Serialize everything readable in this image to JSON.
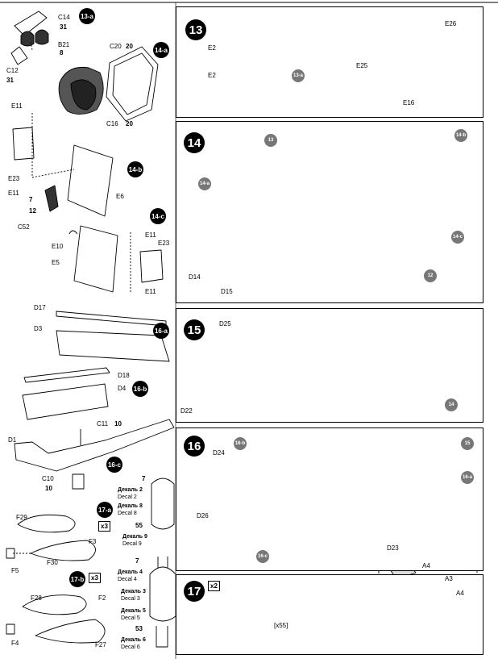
{
  "steps": {
    "s13": {
      "num": "13",
      "labels": [
        "E2",
        "E2",
        "E26",
        "E25",
        "E16"
      ],
      "marker": "13-a"
    },
    "s14": {
      "num": "14",
      "markers": [
        "13",
        "14-a",
        "14-b",
        "14-c",
        "12"
      ],
      "labels": [
        "D14",
        "D15"
      ]
    },
    "s15": {
      "num": "15",
      "labels": [
        "D25",
        "D22"
      ],
      "marker": "14"
    },
    "s16": {
      "num": "16",
      "labels": [
        "D24",
        "D26",
        "D23"
      ],
      "markers": [
        "16-b",
        "15",
        "16-a",
        "16-c"
      ]
    },
    "s17": {
      "num": "17",
      "qty": "x2",
      "track_count": "[x55]",
      "labels": [
        "A4",
        "A3",
        "A4"
      ]
    }
  },
  "subassemblies": {
    "a13": {
      "tag": "13-a",
      "labels": [
        "C14",
        "B21",
        "C12"
      ],
      "decals": [
        "31",
        "8",
        "31"
      ]
    },
    "a14a": {
      "tag": "14-a",
      "labels": [
        "C20",
        "C16"
      ],
      "decals": [
        "20",
        "20"
      ]
    },
    "a14b": {
      "tag": "14-b",
      "labels": [
        "E11",
        "E23",
        "E11",
        "C52",
        "E6"
      ],
      "decals": [
        "7",
        "12"
      ]
    },
    "a14c": {
      "tag": "14-c",
      "labels": [
        "E10",
        "E5",
        "E11",
        "E23",
        "E11"
      ]
    },
    "a16a": {
      "tag": "16-a",
      "labels": [
        "D17",
        "D3"
      ]
    },
    "a16b": {
      "tag": "16-b",
      "labels": [
        "D18",
        "D4"
      ]
    },
    "a16c": {
      "tag": "16-c",
      "labels": [
        "C11",
        "D1",
        "C10"
      ],
      "decals": [
        "10",
        "10"
      ]
    },
    "a17a": {
      "tag": "17-a",
      "qty": "x3",
      "labels": [
        "F29",
        "F3",
        "F5",
        "F30"
      ]
    },
    "a17b": {
      "tag": "17-b",
      "qty": "x3",
      "labels": [
        "F28",
        "F2",
        "F4",
        "F27"
      ]
    }
  },
  "decals_a": {
    "items": [
      {
        "ru": "Декаль 2",
        "en": "Decal 2",
        "num": "7"
      },
      {
        "ru": "Декаль 8",
        "en": "Decal 8",
        "num": ""
      },
      {
        "ru": "Декаль 9",
        "en": "Decal 9",
        "num": "55"
      }
    ]
  },
  "decals_b": {
    "items": [
      {
        "ru": "Декаль 4",
        "en": "Decal 4",
        "num": "7"
      },
      {
        "ru": "Декаль 3",
        "en": "Decal 3",
        "num": ""
      },
      {
        "ru": "Декаль 5",
        "en": "Decal 5",
        "num": ""
      },
      {
        "ru": "Декаль 6",
        "en": "Decal 6",
        "num": "53"
      }
    ]
  }
}
